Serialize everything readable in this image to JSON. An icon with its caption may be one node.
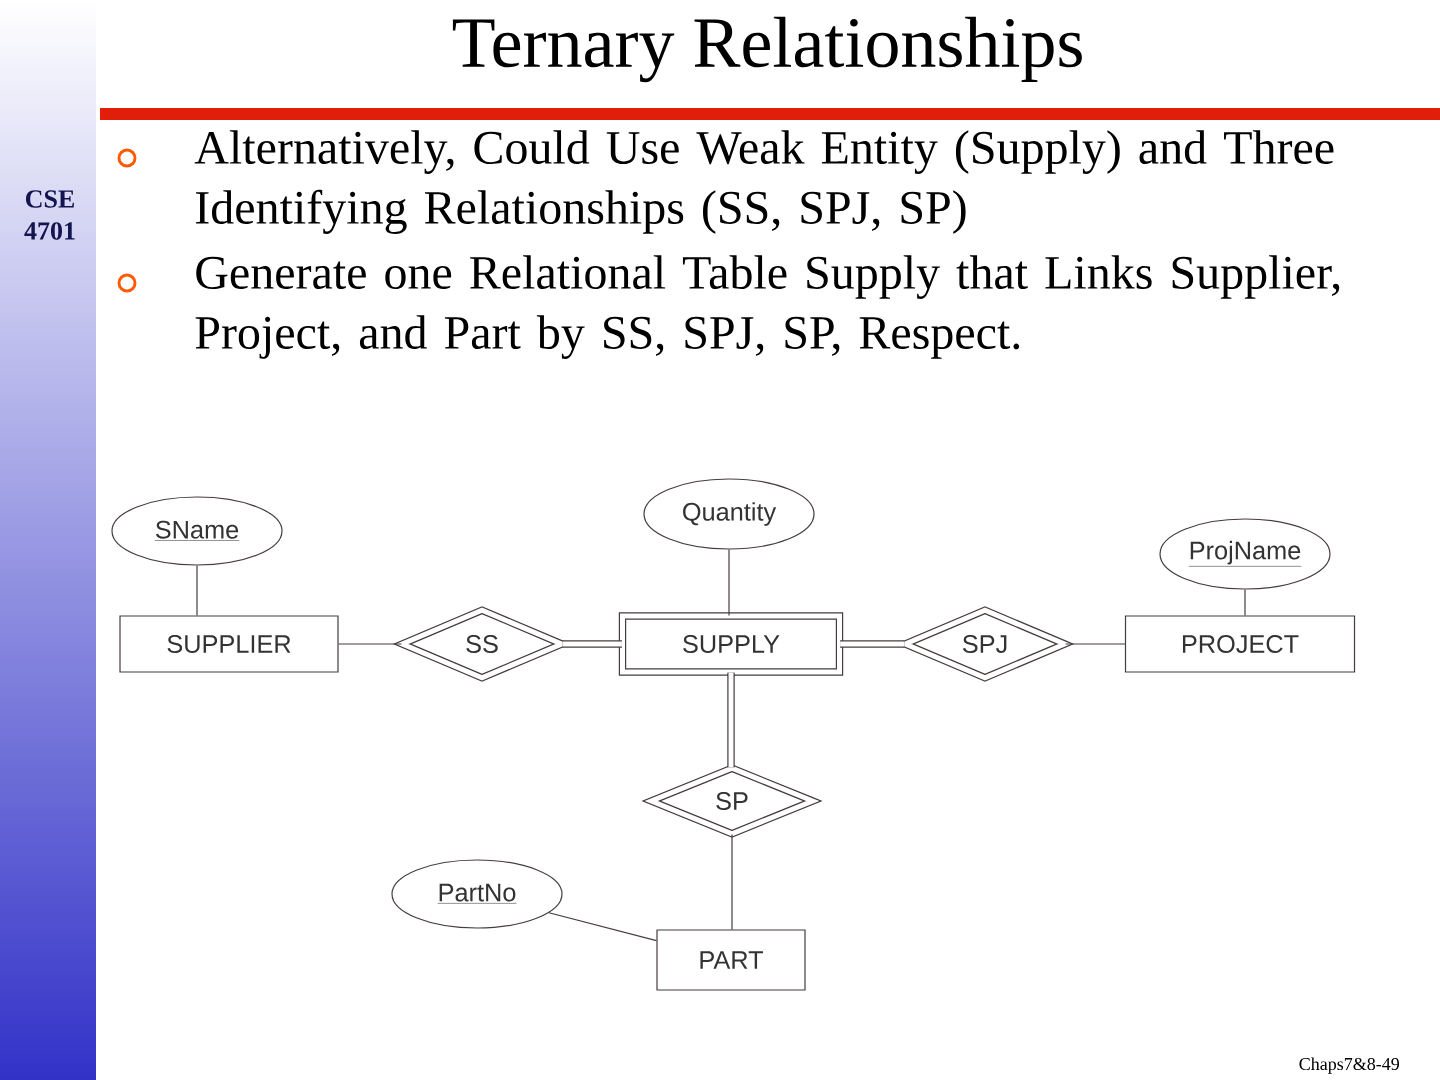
{
  "diagram": {
    "title": "Ternary Relationships",
    "nodes": [
      {
        "text": [
          "SName"
        ]
      },
      {
        "text": [
          "Quantity"
        ]
      },
      {
        "text": [
          "ProjName"
        ]
      },
      {
        "text": [
          "SUPPLIER"
        ]
      },
      {
        "text": [
          "SS"
        ]
      },
      {
        "text": [
          "SUPPLY"
        ]
      },
      {
        "text": [
          "SPJ"
        ]
      },
      {
        "text": [
          "PROJECT"
        ]
      },
      {
        "text": [
          "SP"
        ]
      },
      {
        "text": [
          "PartNo"
        ]
      },
      {
        "text": [
          "PART"
        ]
      }
    ],
    "edges": [
      {
        "from": 0,
        "to": 3,
        "arrow": "none"
      },
      {
        "from": 1,
        "to": 5,
        "arrow": "none"
      },
      {
        "from": 2,
        "to": 7,
        "arrow": "none"
      },
      {
        "from": 3,
        "to": 4,
        "arrow": "none"
      },
      {
        "from": 4,
        "to": 5,
        "arrow": "none",
        "style": "thick"
      },
      {
        "from": 5,
        "to": 6,
        "arrow": "none",
        "style": "thick"
      },
      {
        "from": 6,
        "to": 7,
        "arrow": "none"
      },
      {
        "from": 5,
        "to": 8,
        "arrow": "none",
        "style": "thick"
      },
      {
        "from": 8,
        "to": 10,
        "arrow": "none"
      },
      {
        "from": 9,
        "to": 10,
        "arrow": "none"
      }
    ],
    "labels": [
      "CSE 4701",
      "Alternatively, Could Use Weak Entity (Supply) and Three Identifying Relationships (SS, SPJ, SP)",
      "Generate one Relational Table Supply that Links Supplier, Project, and Part by SS, SPJ, SP, Respect.",
      "Chaps7&8-49"
    ]
  }
}
